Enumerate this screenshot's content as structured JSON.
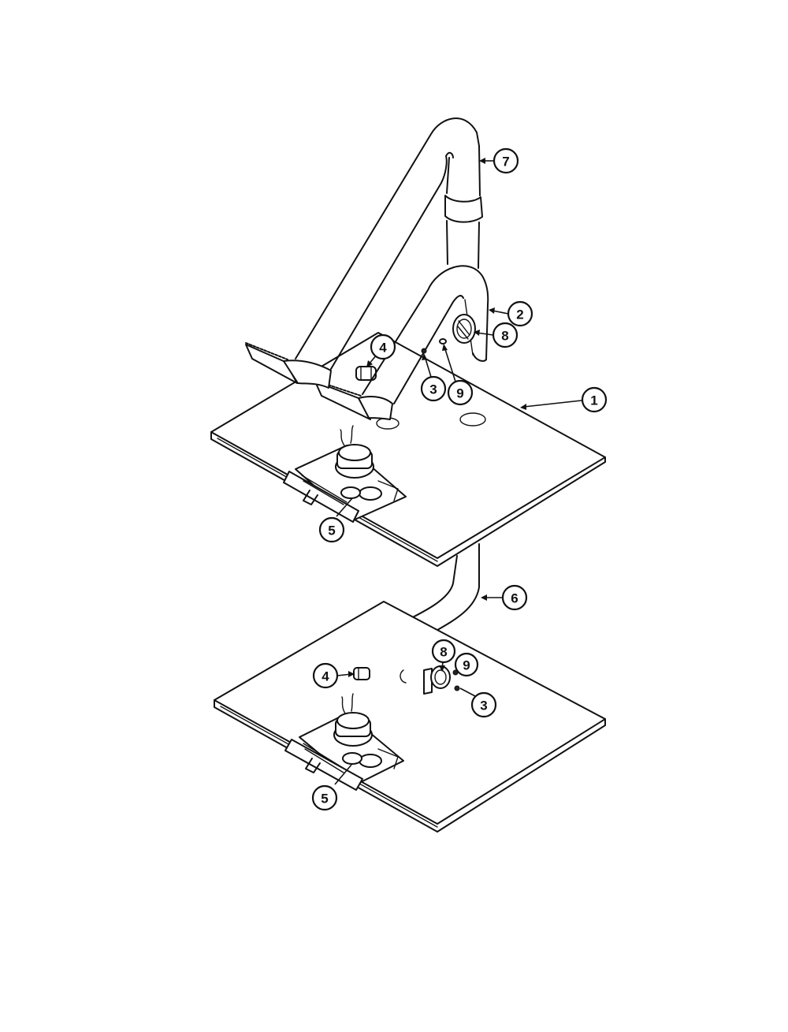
{
  "callouts": [
    {
      "id": "c7",
      "label": "7"
    },
    {
      "id": "c2",
      "label": "2"
    },
    {
      "id": "c8a",
      "label": "8"
    },
    {
      "id": "c4a",
      "label": "4"
    },
    {
      "id": "c3a",
      "label": "3"
    },
    {
      "id": "c9a",
      "label": "9"
    },
    {
      "id": "c1",
      "label": "1"
    },
    {
      "id": "c5a",
      "label": "5"
    },
    {
      "id": "c6",
      "label": "6"
    },
    {
      "id": "c8b",
      "label": "8"
    },
    {
      "id": "c9b",
      "label": "9"
    },
    {
      "id": "c4b",
      "label": "4"
    },
    {
      "id": "c3b",
      "label": "3"
    },
    {
      "id": "c5b",
      "label": "5"
    }
  ],
  "colors": {
    "line": "#111111",
    "background": "#ffffff"
  }
}
